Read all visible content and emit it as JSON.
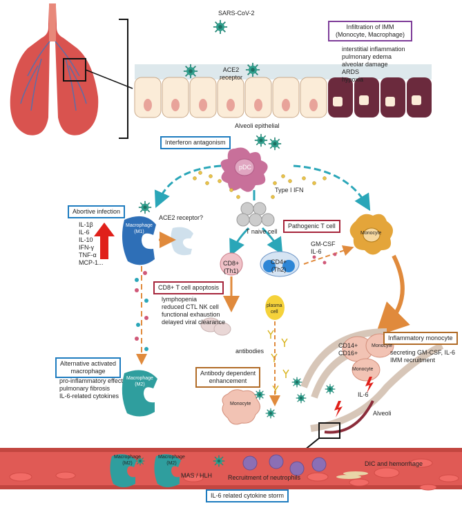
{
  "top": {
    "virus_label": "SARS-CoV-2",
    "ace2_label_line1": "ACE2",
    "ace2_label_line2": "receptor",
    "epithelium_label": "Alveoli epithelial",
    "imm_box_line1": "Infiltration of IMM",
    "imm_box_line2": "(Monocyte, Macrophage)",
    "imm_effects": [
      "interstitial inflammation",
      "pulmonary edema",
      "alveolar damage",
      "ARDS",
      "hypoxia"
    ]
  },
  "middle": {
    "interferon_box": "Interferon antagonism",
    "pdc_label": "pDC",
    "type1_ifn": "Type I IFN",
    "abortive_box": "Abortive infection",
    "cytokines": [
      "IL-1β",
      "IL-6",
      "IL-10",
      "IFN-γ",
      "TNF-α",
      "MCP-1..."
    ],
    "macrophage_m1_line1": "Macrophage",
    "macrophage_m1_line2": "(M1)",
    "ace2_question": "ACE2 receptor?",
    "t_naive": "T naive cell",
    "pathogenic_box": "Pathogenic T cell",
    "gmcsf_line1": "GM-CSF",
    "gmcsf_line2": "IL-6",
    "monocyte_label": "Monocyte",
    "cd8_line1": "CD8+",
    "cd8_line2": "(Th1)",
    "cd4_line1": "CD4+",
    "cd4_line2": "(Th2)",
    "cd8_apoptosis_box": "CD8+ T cell apoptosis",
    "cd8_effects": [
      "lymphopenia",
      "reduced CTL NK cell",
      "functional exhaustion",
      "delayed viral clearance"
    ],
    "plasma_line1": "plasma",
    "plasma_line2": "cell",
    "antibodies": "antibodies",
    "alt_box_line1": "Alternative activated",
    "alt_box_line2": "macrophage",
    "alt_effects": [
      "pro-inflammatory effect",
      "pulmonary fibrosis",
      "IL-6-related cytokines"
    ],
    "macrophage_m2_line1": "Macrophage",
    "macrophage_m2_line2": "(M2)",
    "ade_box_line1": "Antibody dependent",
    "ade_box_line2": "enhancement",
    "inflammatory_box": "Inflammatory monocyte",
    "inflammatory_effects": [
      "secreting GM-CSF, IL-6",
      "IMM recruitment"
    ],
    "cd14_line1": "CD14+",
    "cd14_line2": "CD16+",
    "il6_label": "IL-6",
    "alveoli_label": "Alveoli"
  },
  "bottom": {
    "mas_hlh": "MAS / HLH",
    "neutrophils": "Recruitment of neutrophils",
    "dic": "DIC and hemorrhage",
    "storm_box": "IL-6 related cytokine storm",
    "macrophage_small_line1": "Macrophage",
    "macrophage_small_line2": "(M2)"
  }
}
